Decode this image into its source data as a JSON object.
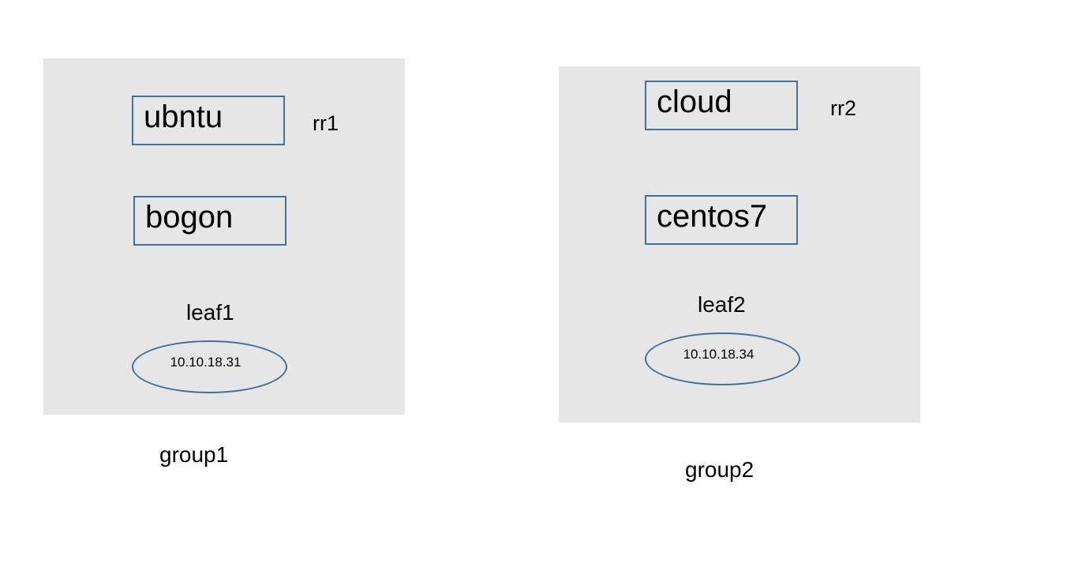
{
  "groups": [
    {
      "name": "group1",
      "route_reflector": "rr1",
      "hosts": [
        "ubntu",
        "bogon"
      ],
      "leaf": {
        "name": "leaf1",
        "ip": "10.10.18.31"
      }
    },
    {
      "name": "group2",
      "route_reflector": "rr2",
      "hosts": [
        "cloud",
        "centos7"
      ],
      "leaf": {
        "name": "leaf2",
        "ip": "10.10.18.34"
      }
    }
  ],
  "colors": {
    "panel_fill": "#e6e6e6",
    "shape_border": "#41719c",
    "text": "#000000",
    "background": "#ffffff"
  }
}
